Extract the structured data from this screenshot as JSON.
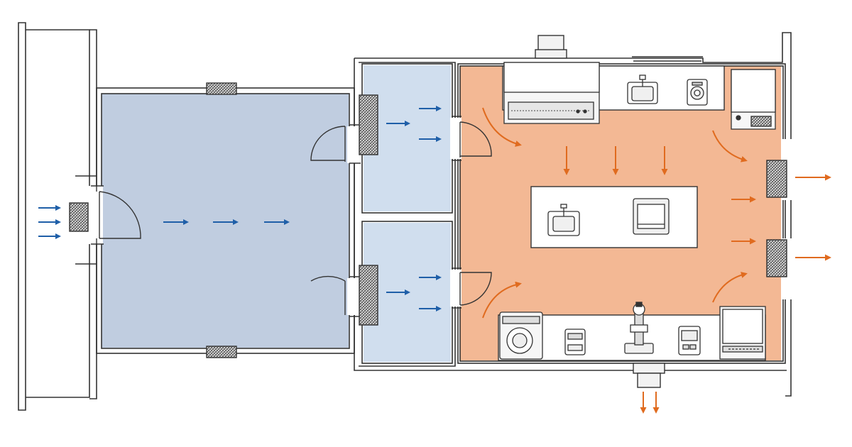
{
  "colors": {
    "background": "#ffffff",
    "wall": "#3a3a3a",
    "vestibule_fill": "#c0cde0",
    "airlock_fill": "#d0deee",
    "lab_fill": "#f3b894",
    "supply_arrow": "#1f5fa8",
    "exhaust_arrow": "#e06b1f",
    "filter_fill": "#d9d9d9",
    "equipment_fill": "#f6f6f6"
  },
  "zones": [
    {
      "name": "vestibule",
      "pressure": "positive"
    },
    {
      "name": "airlock-upper",
      "pressure": "intermediate"
    },
    {
      "name": "airlock-lower",
      "pressure": "intermediate"
    },
    {
      "name": "laboratory",
      "pressure": "negative"
    }
  ],
  "airflow": {
    "supply": {
      "color_key": "supply_arrow",
      "direction": "right"
    },
    "exhaust": {
      "color_key": "exhaust_arrow",
      "outlets": [
        "right-wall",
        "floor-duct"
      ]
    }
  },
  "equipment": [
    {
      "name": "fume-hood-icon"
    },
    {
      "name": "wall-sink-icon"
    },
    {
      "name": "wall-meter-icon"
    },
    {
      "name": "refrigerator-icon"
    },
    {
      "name": "island-sink-icon"
    },
    {
      "name": "island-hotplate-icon"
    },
    {
      "name": "autoclave-icon"
    },
    {
      "name": "bench-device-icon"
    },
    {
      "name": "microscope-icon"
    },
    {
      "name": "scale-icon"
    },
    {
      "name": "incubator-icon"
    }
  ]
}
